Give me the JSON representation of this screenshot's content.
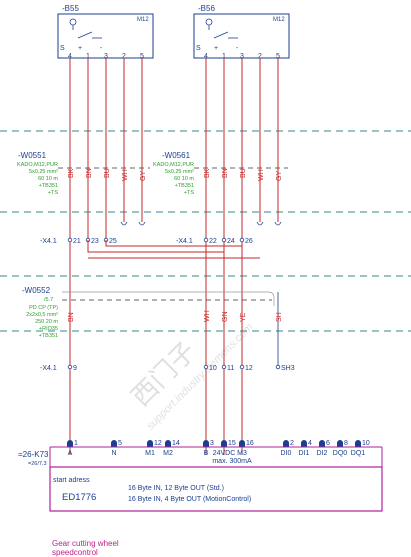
{
  "sensors": {
    "b55": {
      "tag": "-B55",
      "type": "M12",
      "pins": [
        "4",
        "1",
        "3",
        "2",
        "5"
      ]
    },
    "b56": {
      "tag": "-B56",
      "type": "M12",
      "pins": [
        "4",
        "1",
        "3",
        "2",
        "5"
      ]
    }
  },
  "cables": {
    "w0551": {
      "tag": "-W0551",
      "spec": [
        "KADO,M12,PUR",
        "5x0,25 mm²",
        "60 10 m",
        "+TB351",
        "+TS"
      ],
      "colors": [
        "BK",
        "BN",
        "BU",
        "WH",
        "GY"
      ]
    },
    "w0561": {
      "tag": "-W0561",
      "spec": [
        "KADO,M12,PUR",
        "5x0,25 mm²",
        "60 10 m",
        "+TB351",
        "+TS"
      ],
      "colors": [
        "BK",
        "BN",
        "BU",
        "WH",
        "GY"
      ]
    },
    "w0552": {
      "tag": "-W0552",
      "ref": "/5.7",
      "spec": [
        "PD CP (TP)",
        "2x2x0,5 mm²",
        "250 20 m",
        "+RIO35",
        "+TB351"
      ],
      "colors": [
        "BN",
        "WH",
        "GN",
        "YE",
        "SH"
      ]
    }
  },
  "terminals": {
    "x41_row1a": {
      "tag": "-X4.1",
      "numbers": [
        "21",
        "23",
        "25"
      ]
    },
    "x41_row1b": {
      "tag": "-X4.1",
      "numbers": [
        "22",
        "24",
        "26"
      ]
    },
    "x41_row2a": {
      "tag": "-X4.1",
      "numbers": [
        "9"
      ]
    },
    "x41_row2b": {
      "numbers": [
        "10",
        "11",
        "12"
      ],
      "shield": "SH3"
    }
  },
  "module": {
    "tag": "=26-K73",
    "ref": "=26/7.3",
    "pins": [
      "1",
      "5",
      "12",
      "14",
      "3",
      "15",
      "16",
      "2",
      "4",
      "6",
      "8",
      "10"
    ],
    "pin_labels": [
      "A",
      "N",
      "M1",
      "M2",
      "B",
      "24VDC",
      "M3",
      "DI0",
      "DI1",
      "DI2",
      "DQ0",
      "DQ1"
    ],
    "pin_note": "max. 300mA",
    "start_address_label": "start adress",
    "address": "ED1776",
    "line1": "16 Byte IN, 12 Byte OUT (Std.)",
    "line2": "16 Byte IN, 4 Byte OUT (MotionControl)"
  },
  "footer": {
    "line1": "Gear cutting wheel",
    "line2": "speedcontrol"
  },
  "watermark": {
    "line1": "西门子",
    "line2": "support.industry.siemens.com"
  },
  "colors": {
    "wire": "#c62828",
    "frame": "#1a3f8f",
    "cable_spec": "#2ca02c",
    "module_border": "#b0209a",
    "divider": "#2e8b8b",
    "footer_text": "#c0208a"
  }
}
